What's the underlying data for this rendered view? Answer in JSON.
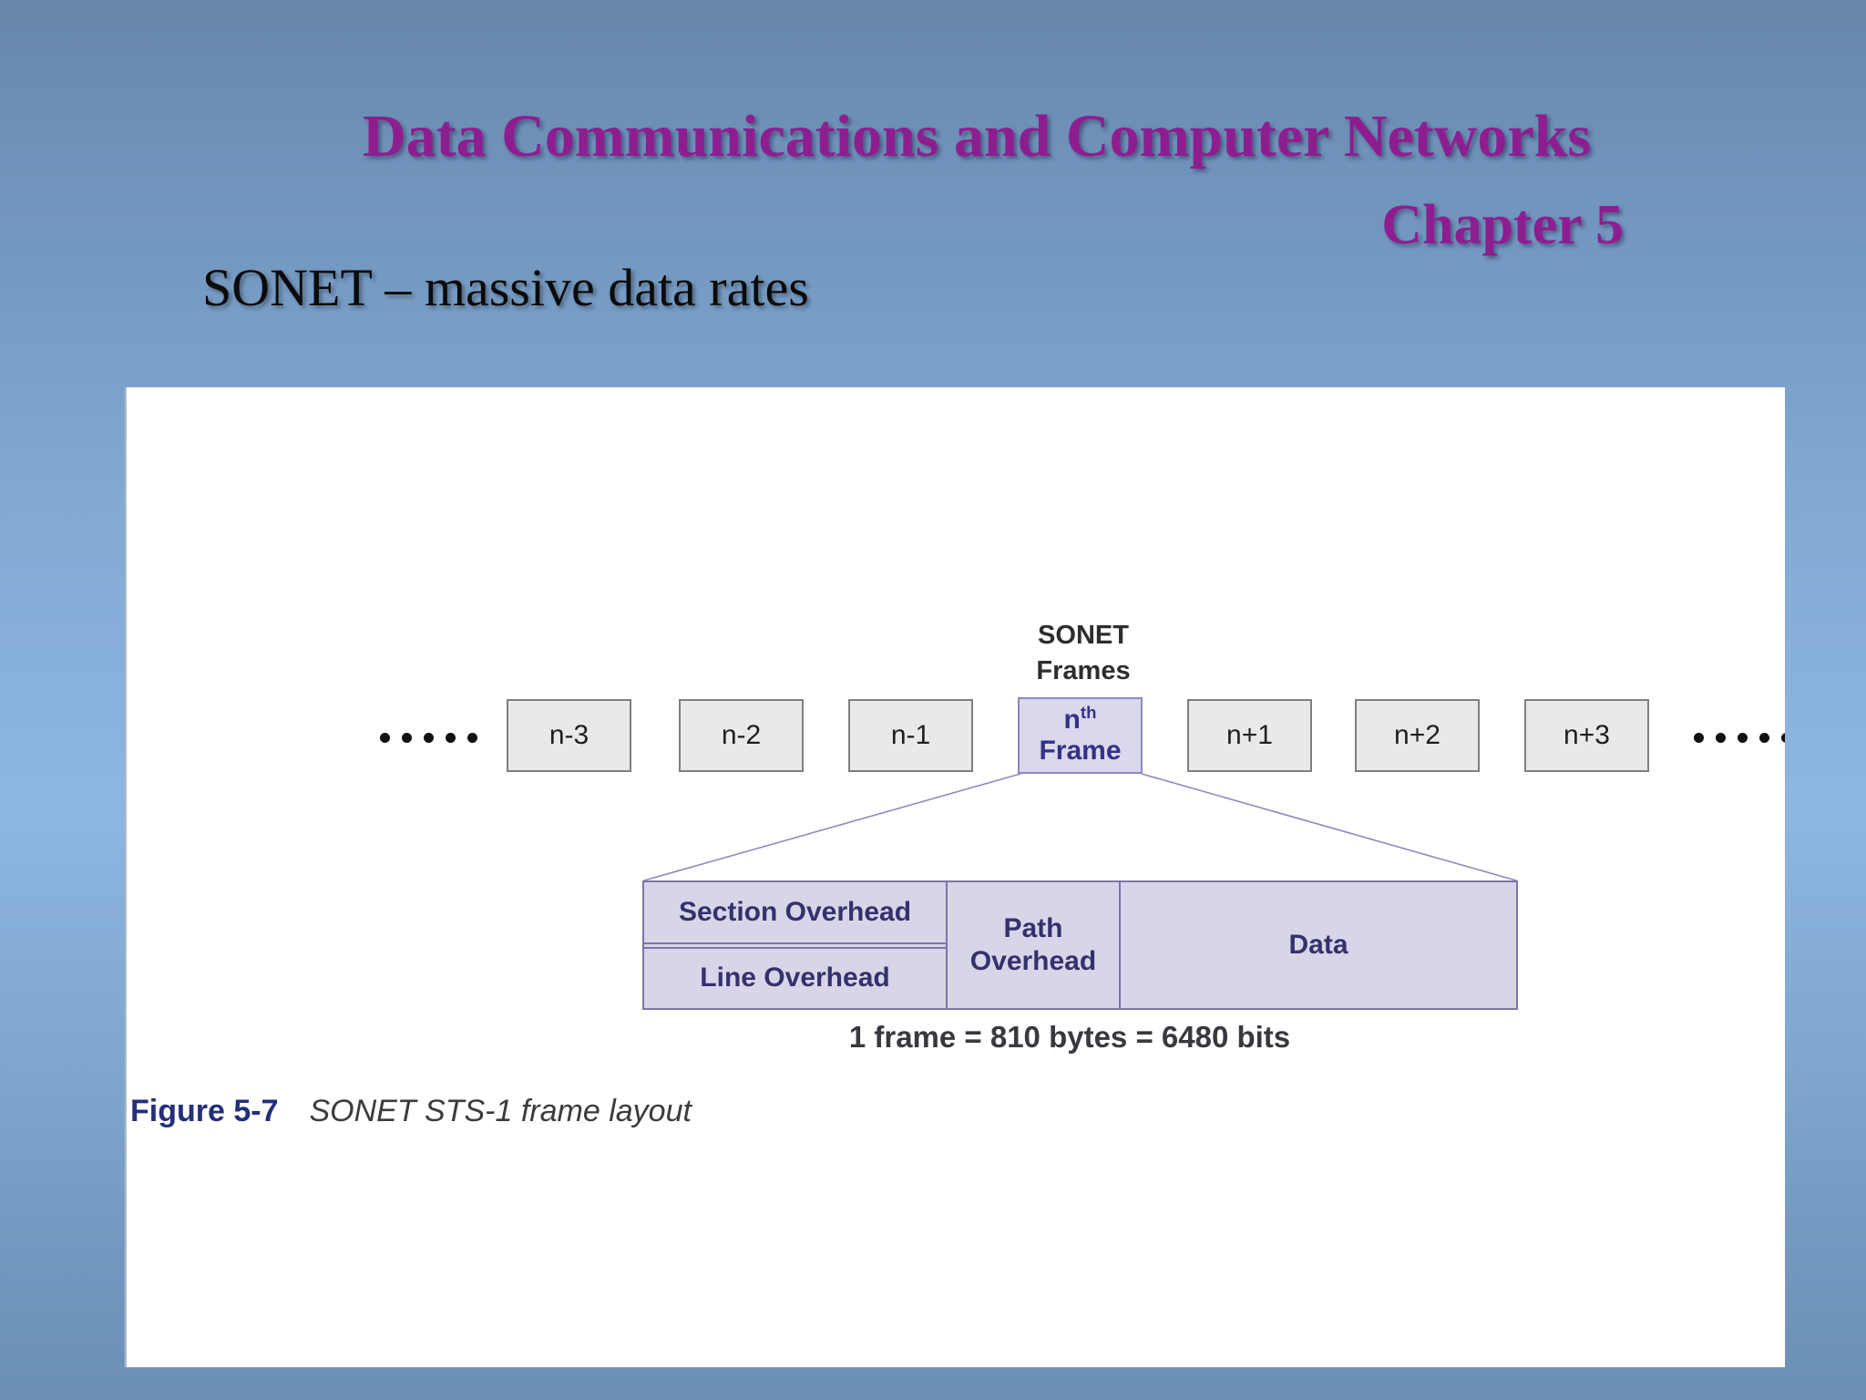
{
  "slide": {
    "course_title": "Data Communications and Computer Networks",
    "chapter": "Chapter 5",
    "heading": "SONET – massive data rates"
  },
  "figure": {
    "frames_label_line1": "SONET",
    "frames_label_line2": "Frames",
    "frame_sequence": [
      {
        "label": "n-3"
      },
      {
        "label": "n-2"
      },
      {
        "label": "n-1"
      },
      {
        "label_base": "n",
        "label_sup": "th",
        "label_line2": "Frame",
        "highlight": true
      },
      {
        "label": "n+1"
      },
      {
        "label": "n+2"
      },
      {
        "label": "n+3"
      }
    ],
    "ellipsis_dot_count": 5,
    "layout_box": {
      "section_overhead": "Section Overhead",
      "line_overhead": "Line Overhead",
      "path_overhead": "Path Overhead",
      "data": "Data"
    },
    "frame_size_note": "1 frame = 810 bytes = 6480 bits",
    "caption": {
      "label": "Figure 5-7",
      "text": "SONET STS-1 frame layout"
    }
  },
  "colors": {
    "title_accent": "#8e1e90",
    "heading_text": "#0b0b0b",
    "background_top": "#6787aa",
    "background_mid": "#8db6e3",
    "background_bottom": "#6a8eb4",
    "panel_background": "#ffffff",
    "frame_box_fill": "#e9e9e9",
    "frame_box_border": "#7f7f7f",
    "highlight_box_fill": "#d9d8ed",
    "highlight_box_border": "#8d89c0",
    "layout_box_fill": "#d8d5e8",
    "layout_box_border": "#7b76a6",
    "layout_text": "#35316e",
    "caption_label_color": "#232f7a"
  }
}
